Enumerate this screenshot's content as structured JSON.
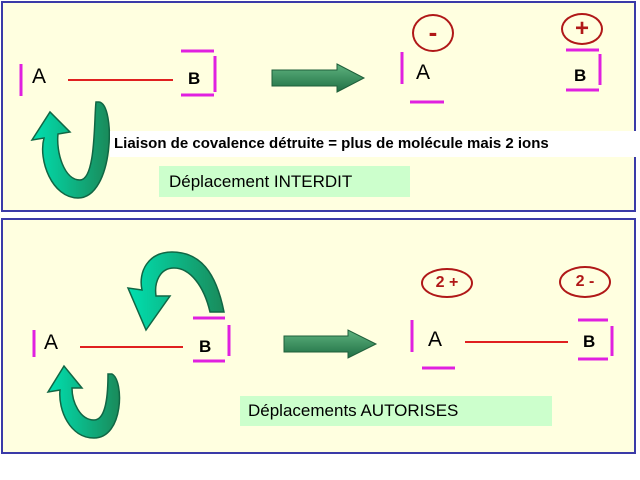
{
  "top": {
    "atom_a": "A",
    "atom_b": "B",
    "result_a": "A",
    "result_b": "B",
    "charge_a": "-",
    "charge_b": "+",
    "note": "Liaison de covalence détruite = plus de molécule mais 2 ions",
    "banner": "Déplacement INTERDIT"
  },
  "bottom": {
    "atom_a": "A",
    "atom_b": "B",
    "result_a": "A",
    "result_b": "B",
    "charge_a": "2 +",
    "charge_b": "2 -",
    "banner": "Déplacements AUTORISES"
  },
  "colors": {
    "panel_bg": "#ffffe0",
    "panel_border": "#3a3aa8",
    "bond_red": "#e02020",
    "bracket_magenta": "#e020e0",
    "charge_red": "#b01818",
    "arrow_green": "#2e8b57",
    "curl_green": "#00c8a0",
    "banner_green": "#ccffcc"
  },
  "icons": [
    "reaction-arrow-icon",
    "curved-electron-arrow-icon"
  ]
}
